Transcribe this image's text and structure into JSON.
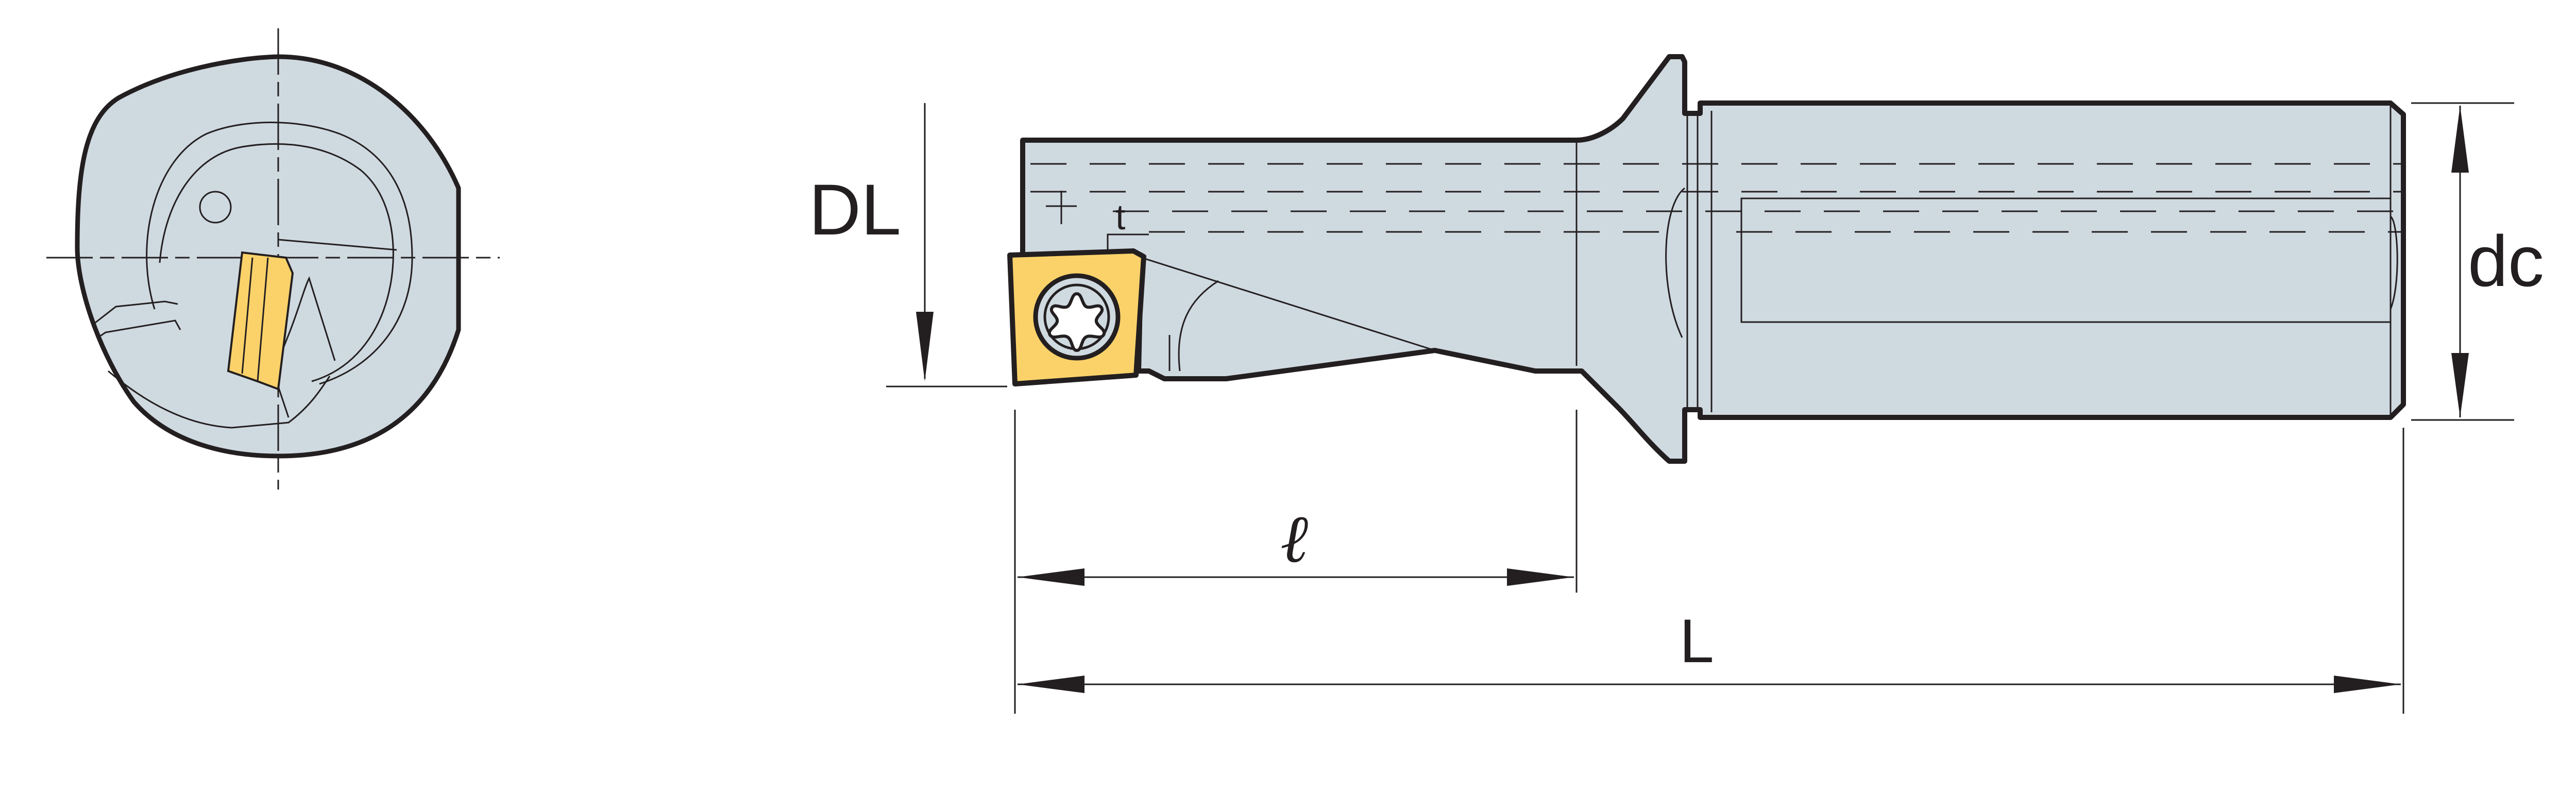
{
  "colors": {
    "body": "#cfd9e0",
    "insert": "#fbd26a",
    "outline": "#231f20",
    "background": "#ffffff"
  },
  "labels": {
    "dl": "DL",
    "dc": "dc",
    "l_small": "ℓ",
    "l_total": "L",
    "t_mark": "t"
  },
  "icons": {
    "screw_head": "torx-screw-icon"
  }
}
